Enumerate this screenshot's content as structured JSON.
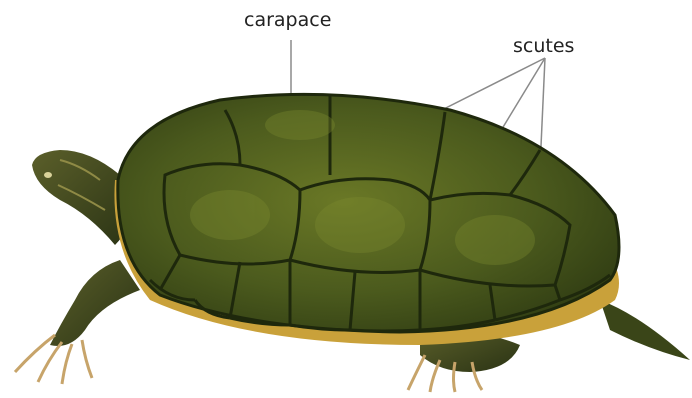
{
  "labels": {
    "carapace": "carapace",
    "scutes": "scutes"
  },
  "colors": {
    "shell_dark": "#2f3e15",
    "shell_mid": "#4b5a1d",
    "shell_light": "#6f7d2b",
    "seam": "#1e280c",
    "rim_yellow": "#c9a13a",
    "skin_dark": "#2a3314",
    "skin_light": "#7c7a3b",
    "claw": "#c7a46a",
    "leader": "#8a8a8a"
  },
  "icons": [
    "turtle-illustration"
  ]
}
